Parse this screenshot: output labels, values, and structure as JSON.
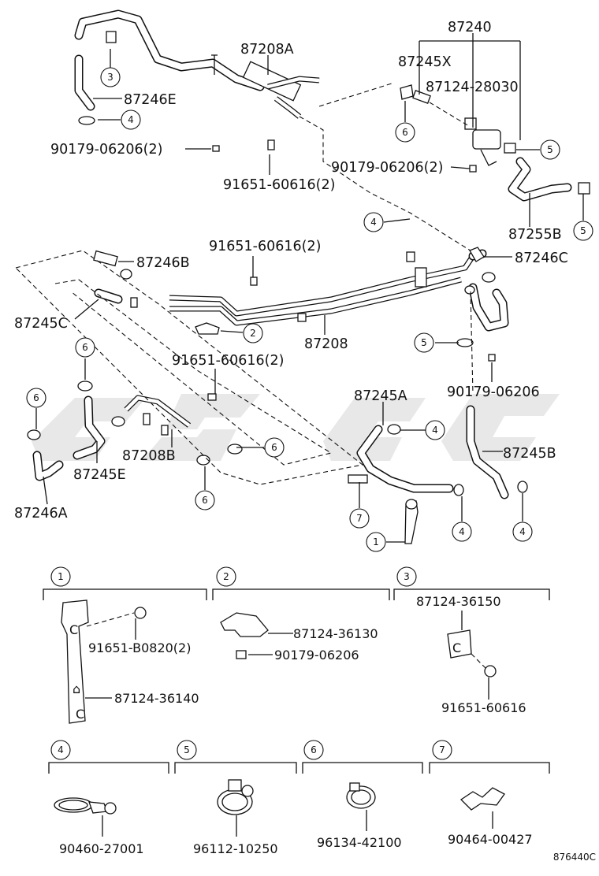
{
  "main_labels": {
    "p87208A": "87208A",
    "p87240": "87240",
    "p87245X": "87245X",
    "p87124_28030": "87124-28030",
    "p87246E": "87246E",
    "p90179_06206_2_top": "90179-06206(2)",
    "p91651_60616_2_top": "91651-60616(2)",
    "p90179_06206_2_right": "90179-06206(2)",
    "p87255B": "87255B",
    "p91651_60616_2_mid": "91651-60616(2)",
    "p87246B": "87246B",
    "p87246C": "87246C",
    "p87245C": "87245C",
    "p87208": "87208",
    "p91651_60616_2_low": "91651-60616(2)",
    "p90179_06206": "90179-06206",
    "p87245A": "87245A",
    "p87208B": "87208B",
    "p87245E": "87245E",
    "p87245B": "87245B",
    "p87246A": "87246A"
  },
  "callouts": {
    "c3": "3",
    "c4a": "4",
    "c6a": "6",
    "c5a": "5",
    "c5b": "5",
    "c4b": "4",
    "c2": "2",
    "c5c": "5",
    "c6b": "6",
    "c6c": "6",
    "c4c": "4",
    "c6d": "6",
    "c7": "7",
    "c1": "1",
    "c4d": "4",
    "c4e": "4"
  },
  "details": {
    "d1": {
      "num": "1",
      "labels": [
        "91651-B0820(2)",
        "87124-36140"
      ]
    },
    "d2": {
      "num": "2",
      "labels": [
        "87124-36130",
        "90179-06206"
      ]
    },
    "d3": {
      "num": "3",
      "labels": [
        "87124-36150",
        "91651-60616"
      ]
    },
    "d4": {
      "num": "4",
      "labels": [
        "90460-27001"
      ]
    },
    "d5": {
      "num": "5",
      "labels": [
        "96112-10250"
      ]
    },
    "d6": {
      "num": "6",
      "labels": [
        "96134-42100"
      ]
    },
    "d7": {
      "num": "7",
      "labels": [
        "90464-00427"
      ]
    }
  },
  "illustration_code": "876440C",
  "watermark": {
    "color": "#d6d6d6"
  },
  "colors": {
    "line": "#111111",
    "background": "#ffffff"
  }
}
